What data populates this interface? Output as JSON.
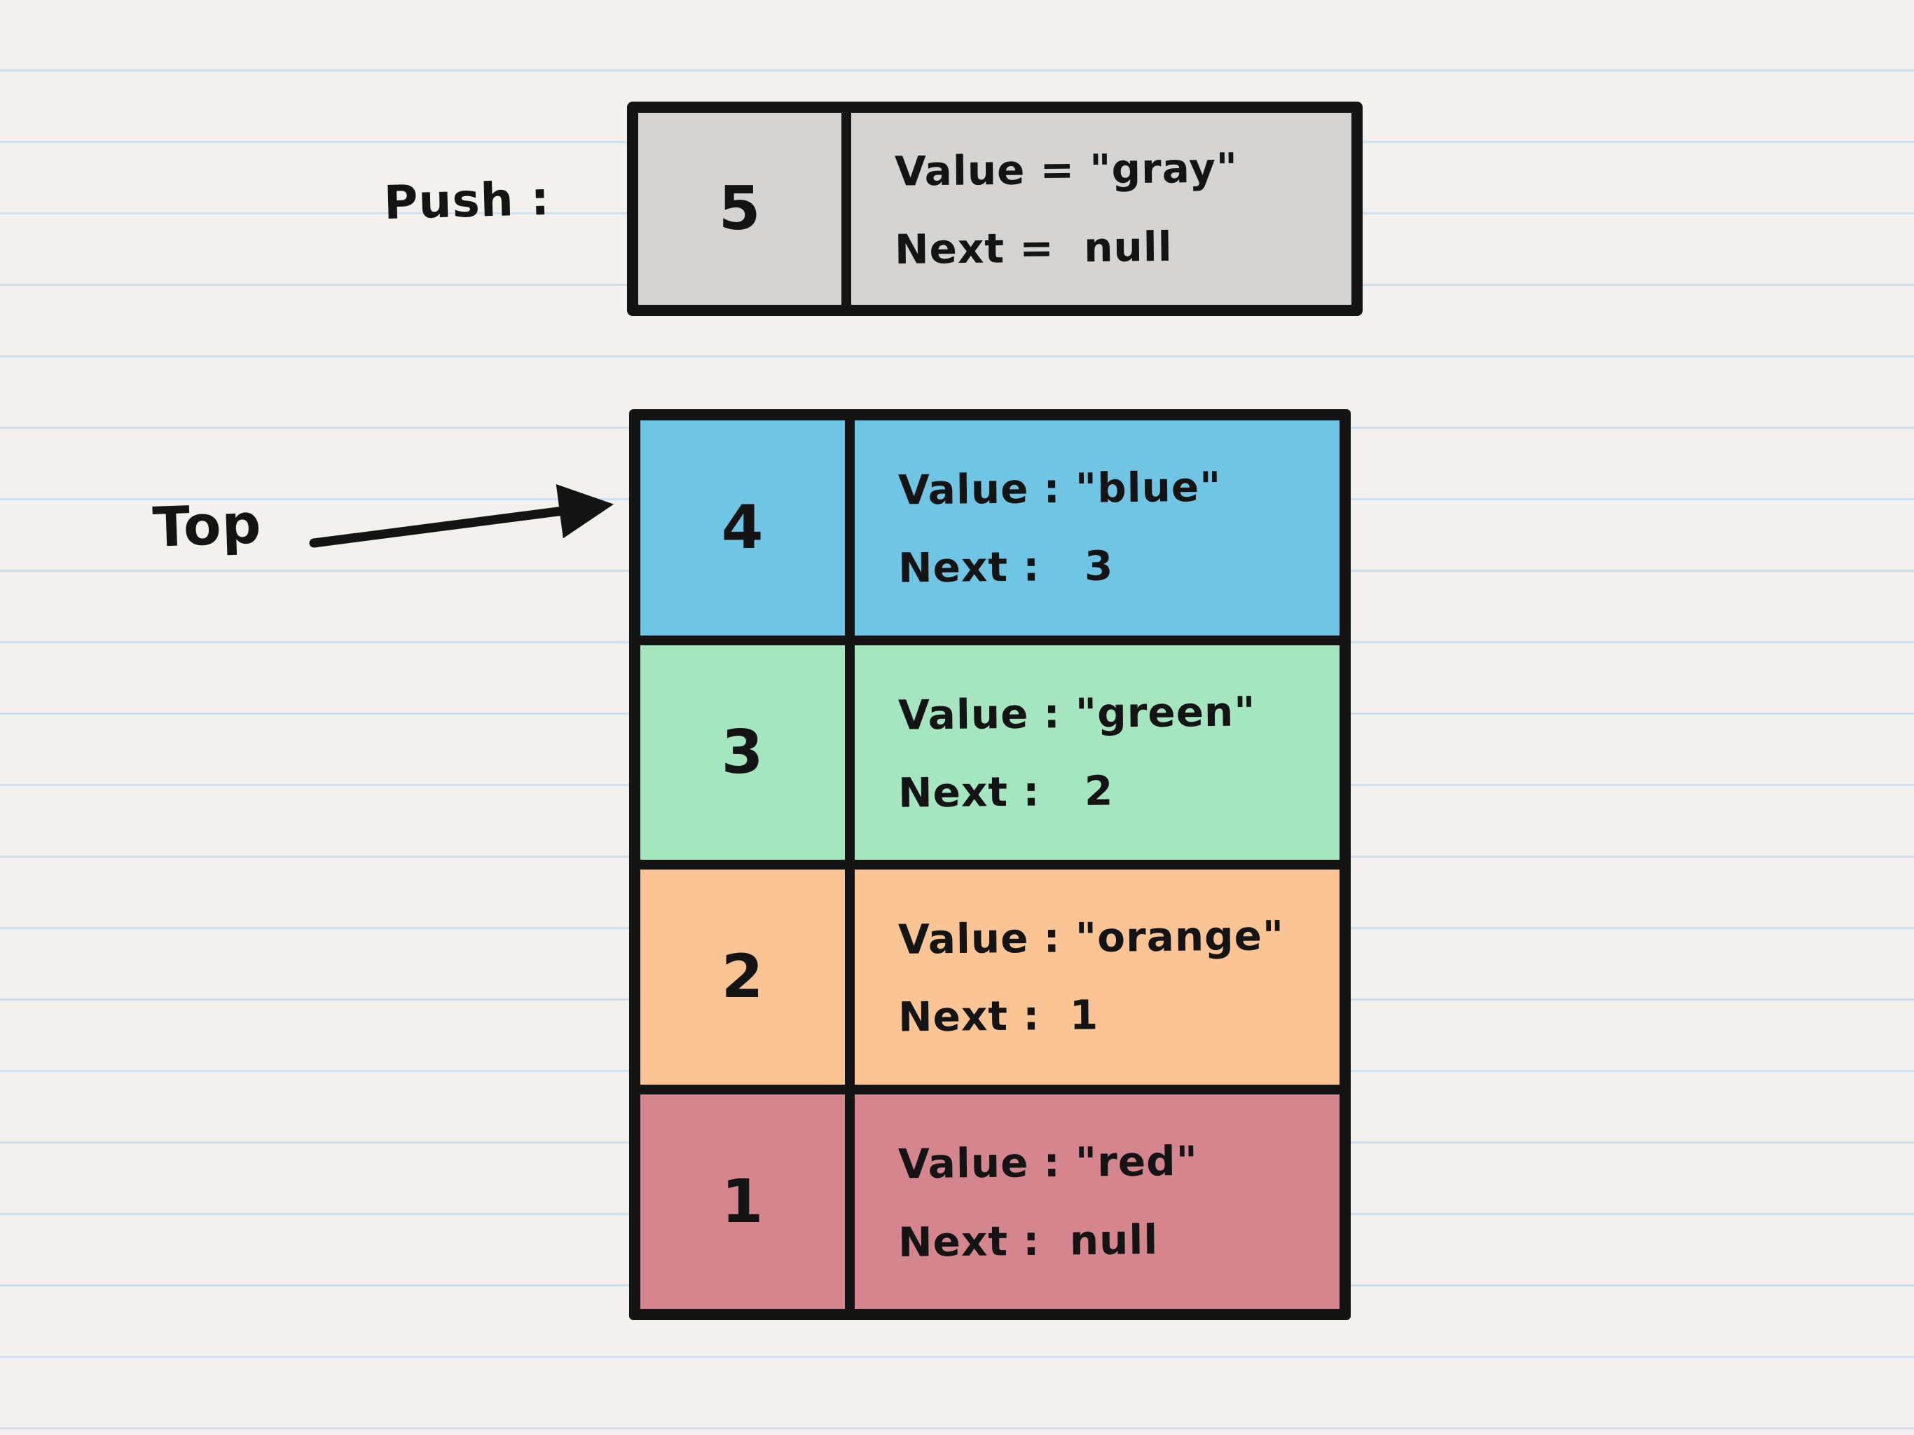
{
  "page": {
    "background_color": "#f2f1ed",
    "ruled_line_color": "#cfe1f1",
    "ink_color": "#141414"
  },
  "push": {
    "label": "Push :",
    "node": {
      "id": "5",
      "line1": "Value = \"gray\"",
      "line2": "Next =  null",
      "color": "#d5d4d2"
    }
  },
  "top_pointer": {
    "label": "Top",
    "points_to": "4"
  },
  "stack": {
    "nodes": [
      {
        "id": "4",
        "line1": "Value : \"blue\"",
        "line2": "Next :   3",
        "color": "#70c5e4"
      },
      {
        "id": "3",
        "line1": "Value : \"green\"",
        "line2": "Next :   2",
        "color": "#a5e6c0"
      },
      {
        "id": "2",
        "line1": "Value : \"orange\"",
        "line2": "Next :  1",
        "color": "#fbc494"
      },
      {
        "id": "1",
        "line1": "Value : \"red\"",
        "line2": "Next :  null",
        "color": "#d4858e"
      }
    ]
  }
}
